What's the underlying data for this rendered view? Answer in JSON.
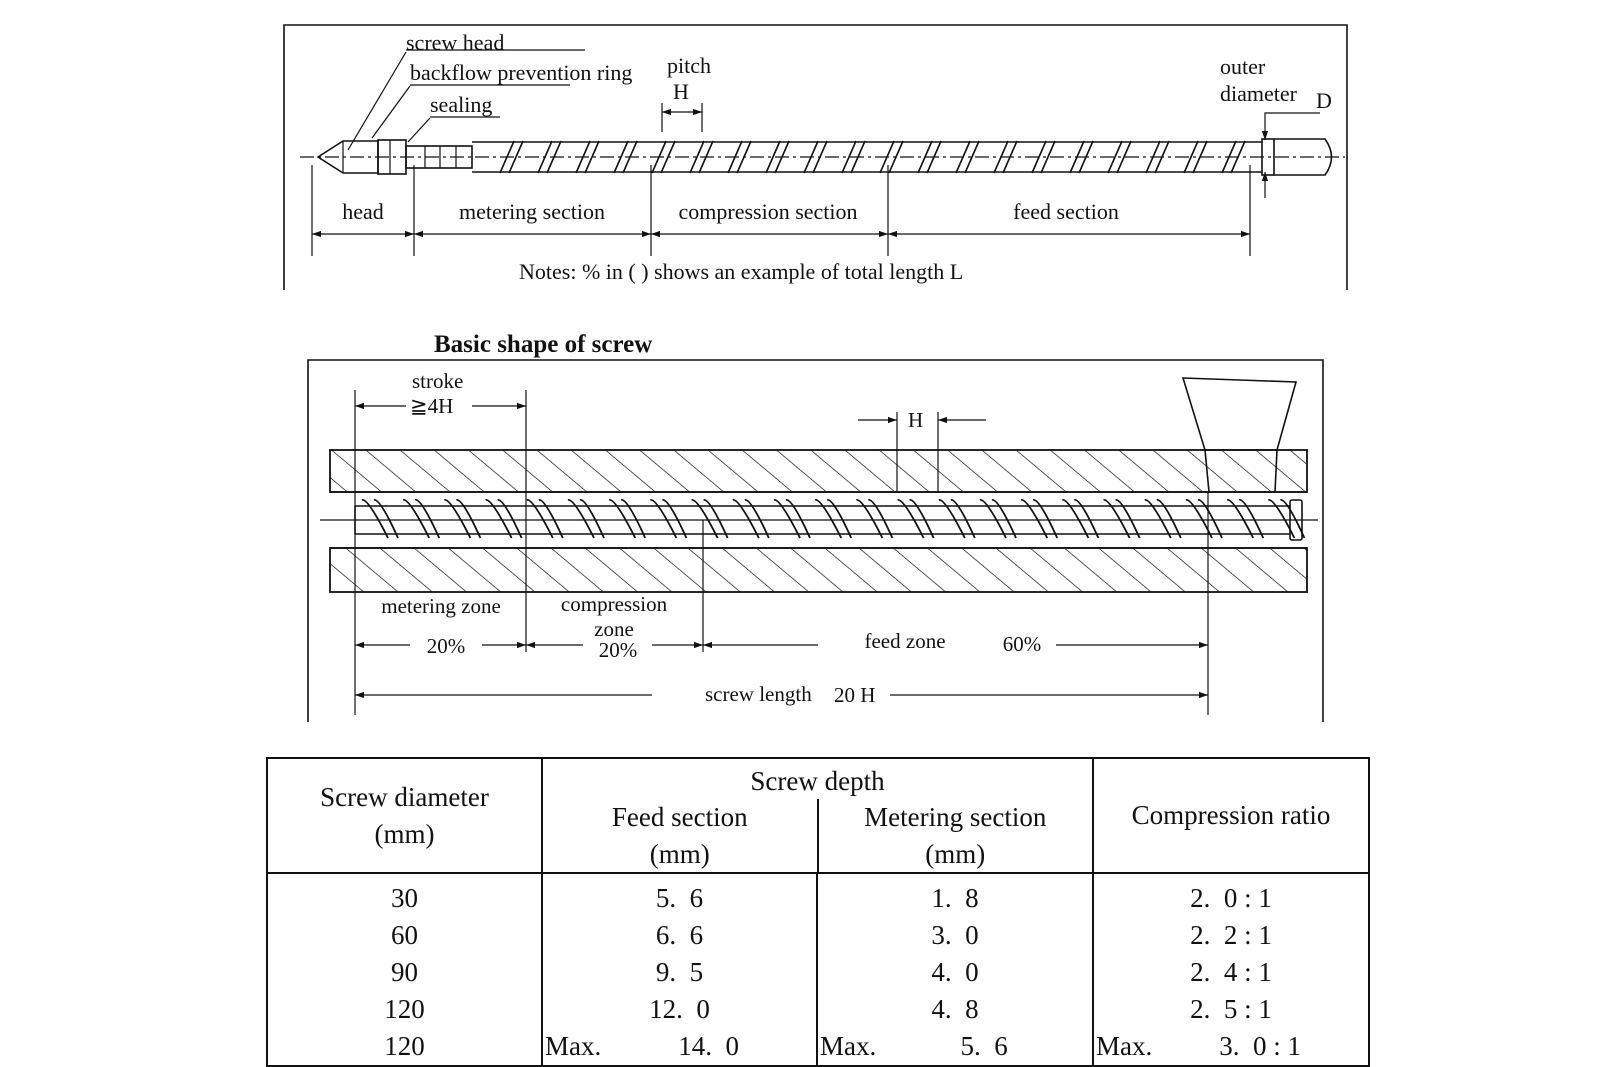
{
  "figure1": {
    "labels": {
      "screw_head": "screw head",
      "backflow_ring": "backflow prevention ring",
      "sealing": "sealing",
      "pitch": "pitch",
      "pitch_symbol": "H",
      "outer": "outer",
      "diameter": "diameter",
      "diameter_symbol": "D",
      "head": "head",
      "metering_section": "metering section",
      "compression_section": "compression section",
      "feed_section": "feed section",
      "notes": "Notes:  %  in (     ) shows an example of total length L"
    }
  },
  "figure2": {
    "caption": "Basic shape of screw",
    "labels": {
      "stroke": "stroke",
      "stroke_value": "≧4H",
      "h_symbol": "H",
      "metering_zone": "metering zone",
      "metering_pct": "20%",
      "compression_line1": "compression",
      "compression_line2": "zone",
      "compression_pct": "20%",
      "feed_zone": "feed zone",
      "feed_pct": "60%",
      "screw_length": "screw length",
      "screw_length_value": "20 H"
    }
  },
  "table": {
    "header": {
      "screw_diameter": "Screw diameter",
      "mm": "(mm)",
      "screw_depth": "Screw depth",
      "feed_section": "Feed section",
      "metering_section": "Metering section",
      "compression_ratio": "Compression ratio"
    },
    "max_label": "Max.",
    "rows": [
      {
        "diameter": "30",
        "feed": "5.  6",
        "metering": "1.  8",
        "ratio": "2.  0 : 1",
        "max": false
      },
      {
        "diameter": "60",
        "feed": "6.  6",
        "metering": "3.  0",
        "ratio": "2.  2 : 1",
        "max": false
      },
      {
        "diameter": "90",
        "feed": "9.  5",
        "metering": "4.  0",
        "ratio": "2.  4 : 1",
        "max": false
      },
      {
        "diameter": "120",
        "feed": "12.  0",
        "metering": "4.  8",
        "ratio": "2.  5 : 1",
        "max": false
      },
      {
        "diameter": "120",
        "feed": "14.  0",
        "metering": "5.  6",
        "ratio": "3.  0 : 1",
        "max": true
      }
    ]
  }
}
